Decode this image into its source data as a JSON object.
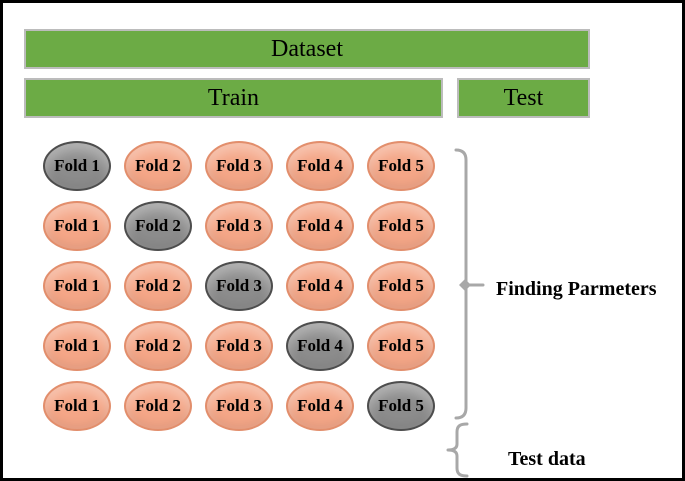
{
  "bars": {
    "dataset": "Dataset",
    "train": "Train",
    "test": "Test"
  },
  "fold_grid": {
    "rows": [
      {
        "cells": [
          {
            "label": "Fold 1",
            "holdout": true
          },
          {
            "label": "Fold 2",
            "holdout": false
          },
          {
            "label": "Fold 3",
            "holdout": false
          },
          {
            "label": "Fold 4",
            "holdout": false
          },
          {
            "label": "Fold 5",
            "holdout": false
          }
        ]
      },
      {
        "cells": [
          {
            "label": "Fold 1",
            "holdout": false
          },
          {
            "label": "Fold 2",
            "holdout": true
          },
          {
            "label": "Fold 3",
            "holdout": false
          },
          {
            "label": "Fold 4",
            "holdout": false
          },
          {
            "label": "Fold 5",
            "holdout": false
          }
        ]
      },
      {
        "cells": [
          {
            "label": "Fold 1",
            "holdout": false
          },
          {
            "label": "Fold 2",
            "holdout": false
          },
          {
            "label": "Fold 3",
            "holdout": true
          },
          {
            "label": "Fold 4",
            "holdout": false
          },
          {
            "label": "Fold 5",
            "holdout": false
          }
        ]
      },
      {
        "cells": [
          {
            "label": "Fold 1",
            "holdout": false
          },
          {
            "label": "Fold 2",
            "holdout": false
          },
          {
            "label": "Fold 3",
            "holdout": false
          },
          {
            "label": "Fold 4",
            "holdout": true
          },
          {
            "label": "Fold 5",
            "holdout": false
          }
        ]
      },
      {
        "cells": [
          {
            "label": "Fold 1",
            "holdout": false
          },
          {
            "label": "Fold 2",
            "holdout": false
          },
          {
            "label": "Fold 3",
            "holdout": false
          },
          {
            "label": "Fold 4",
            "holdout": false
          },
          {
            "label": "Fold 5",
            "holdout": true
          }
        ]
      }
    ]
  },
  "annotations": {
    "finding_parameters": "Finding Parmeters",
    "test_data": "Test data"
  },
  "colors": {
    "bar_green": "#6cab45",
    "bar_border": "#bcbcbc",
    "fold_salmon": "#f4a687",
    "fold_salmon_border": "#e28e6c",
    "fold_gray": "#8c8c8c",
    "fold_gray_border": "#4d4d4d",
    "brace_gray": "#a8a8a8",
    "ink": "#000000"
  }
}
